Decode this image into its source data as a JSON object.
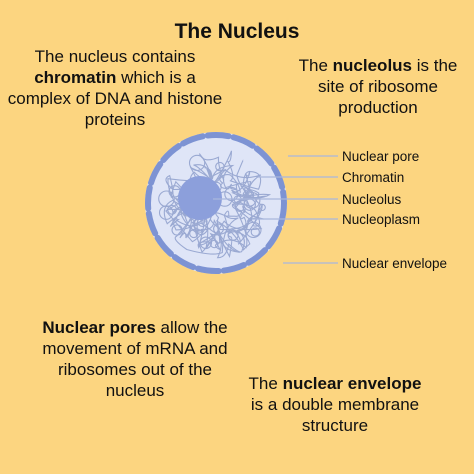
{
  "title": "The Nucleus",
  "top_left": {
    "pre": "The nucleus contains ",
    "bold": "chromatin",
    "post": " which is a complex of DNA and histone proteins"
  },
  "top_right": {
    "pre": "The ",
    "bold": "nucleolus",
    "post": " is the site of ribosome production"
  },
  "bottom_left": {
    "pre": "",
    "bold": "Nuclear pores",
    "post": " allow the movement of mRNA and ribosomes out of the nucleus"
  },
  "bottom_right": {
    "pre": "The ",
    "bold": "nuclear envelope",
    "post": " is a double membrane structure"
  },
  "labels": {
    "nuclear_pore": "Nuclear pore",
    "chromatin": "Chromatin",
    "nucleolus": "Nucleolus",
    "nucleoplasm": "Nucleoplasm",
    "nuclear_envelope": "Nuclear envelope"
  },
  "colors": {
    "background": "#fcd580",
    "nucleoplasm": "#dfe5f7",
    "envelope": "#7d93d3",
    "nucleolus": "#8c9fdb",
    "chromatin": "#9aa9d2",
    "leader": "#a9b6dc"
  }
}
